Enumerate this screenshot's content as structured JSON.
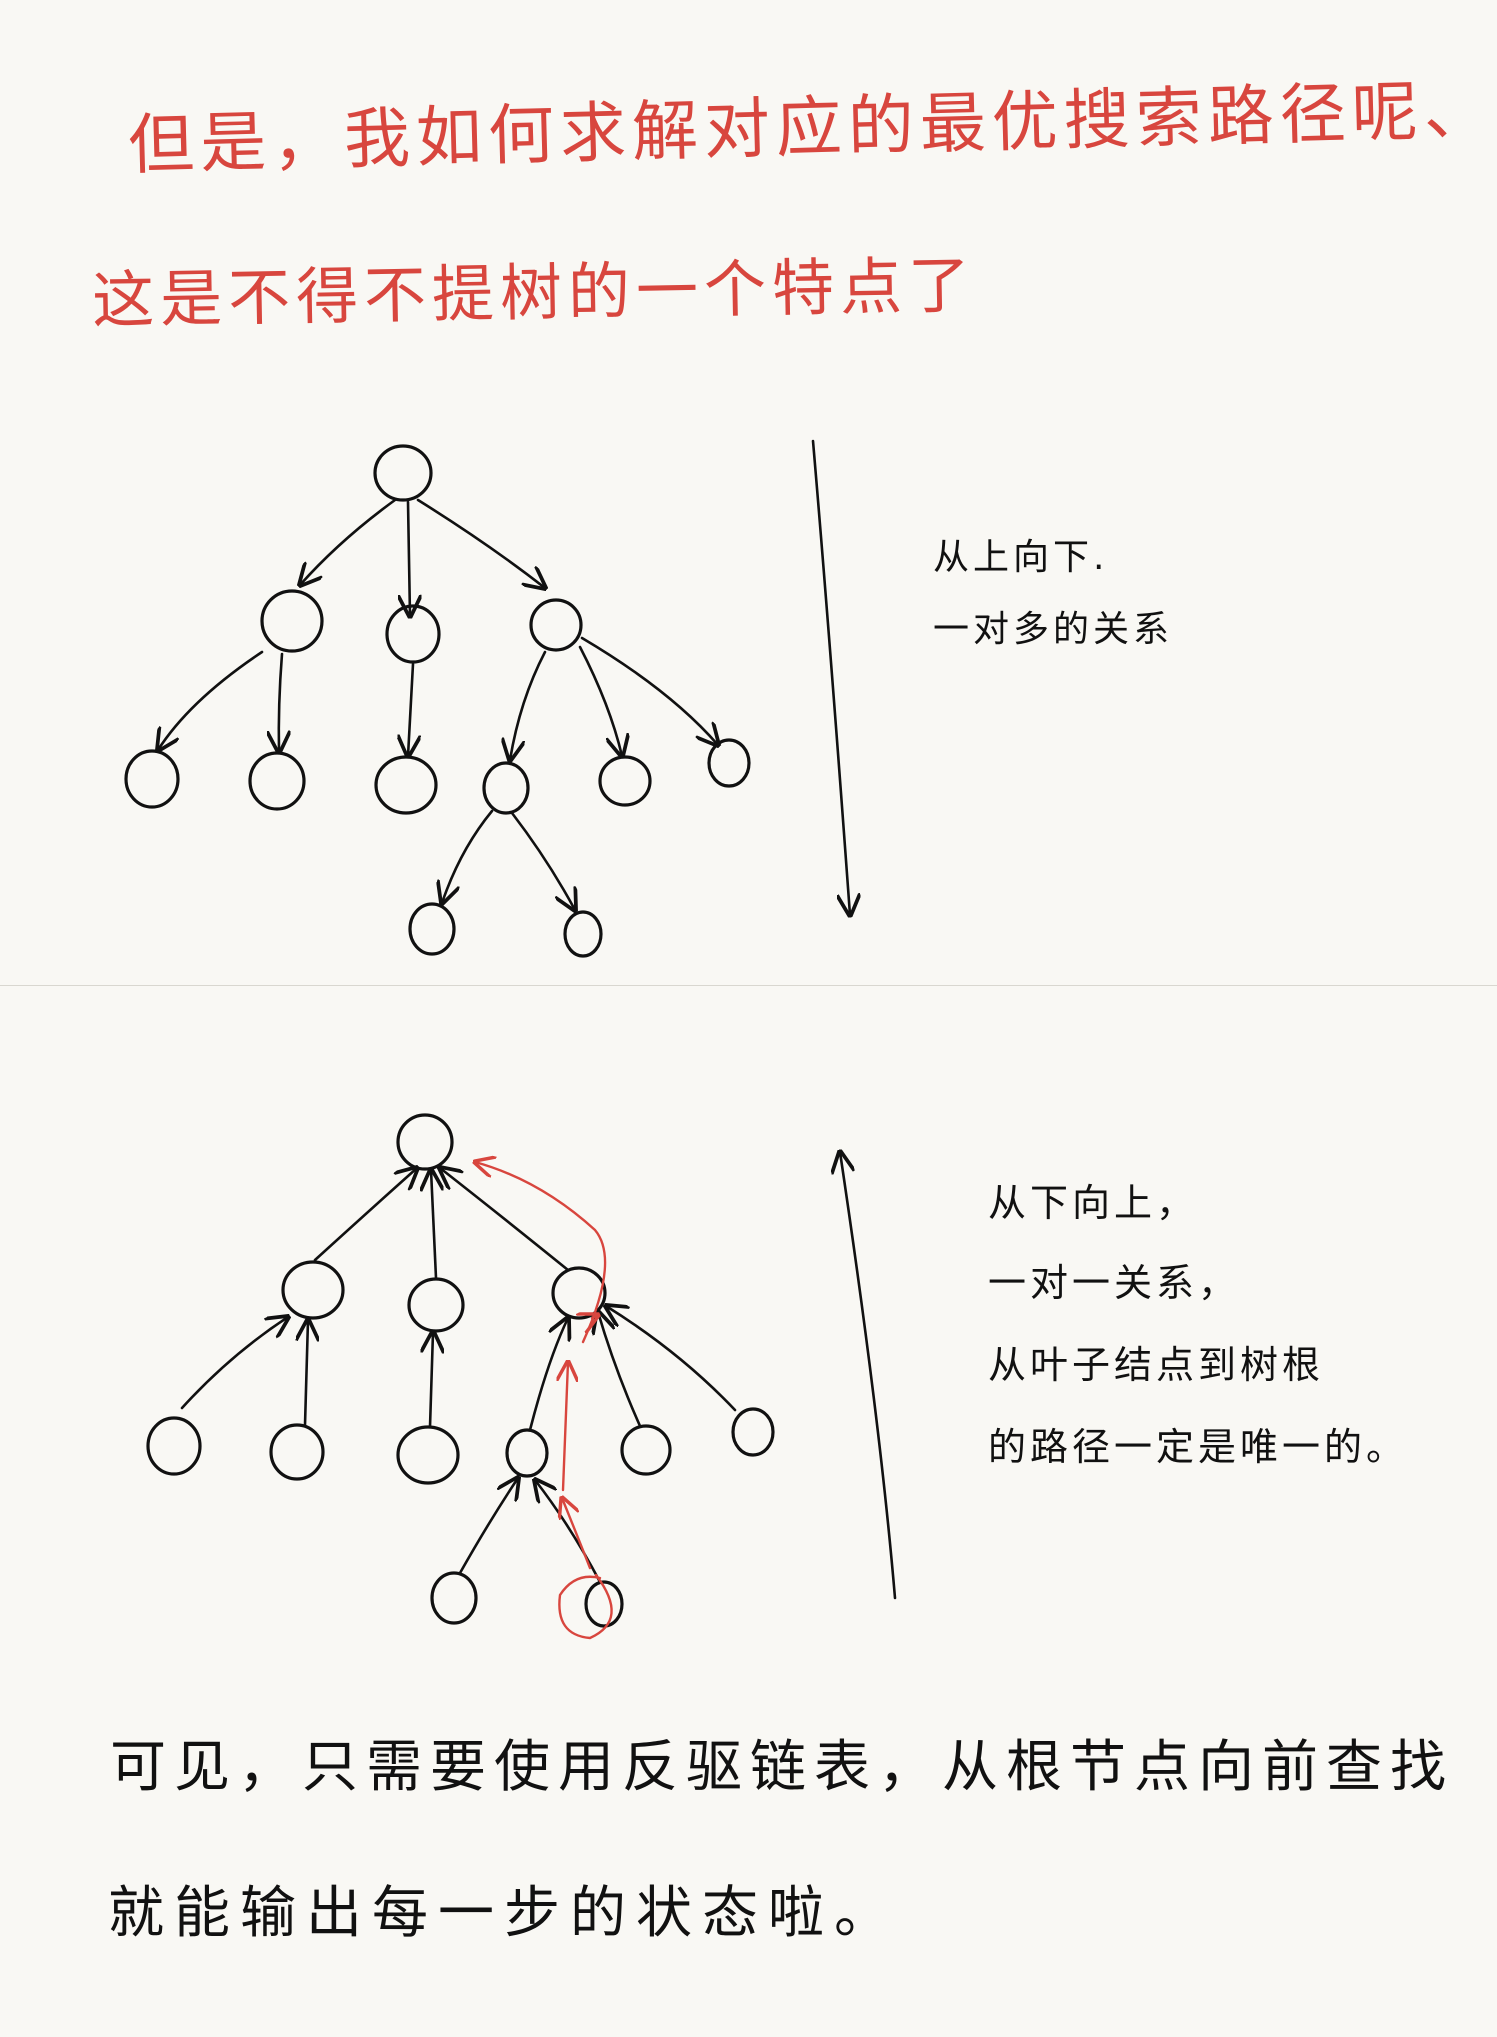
{
  "title_line_1": "但是，我如何求解对应的最优搜索路径呢、",
  "title_line_2": "这是不得不提树的一个特点了",
  "top_note": {
    "line1": "从上向下.",
    "line2": "一对多的关系"
  },
  "bottom_note": {
    "line1": "从下向上，",
    "line2": "一对一关系，",
    "line3": "从叶子结点到树根",
    "line4": "的路径一定是唯一的。"
  },
  "footer": {
    "line1": "可见，只需要使用反驱链表，从根节点向前查找",
    "line2": "就能输出每一步的状态啦。"
  },
  "colors": {
    "ink": "#111111",
    "red_ink": "#d8463e",
    "paper": "#f9f8f4"
  }
}
